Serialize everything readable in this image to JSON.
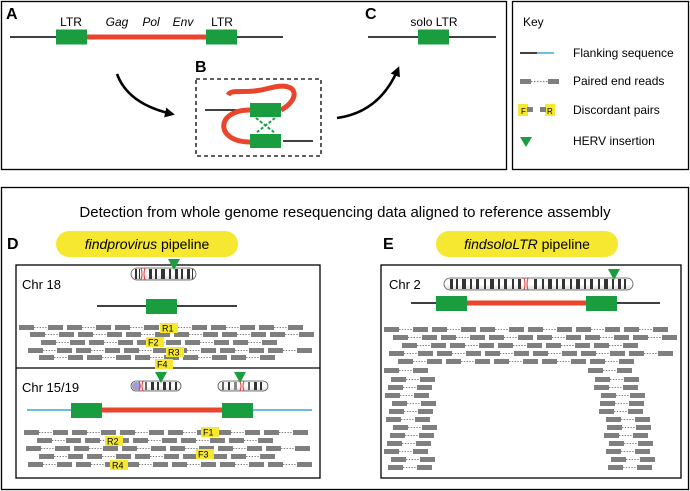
{
  "panels": {
    "A": {
      "letter": "A",
      "ltr_left": "LTR",
      "ltr_right": "LTR",
      "genes": [
        "Gag",
        "Pol",
        "Env"
      ]
    },
    "B": {
      "letter": "B"
    },
    "C": {
      "letter": "C",
      "label": "solo LTR"
    },
    "D": {
      "letter": "D",
      "pipeline_name": "findprovirus",
      "pipeline_suffix": " pipeline",
      "chr_top": "Chr 18",
      "chr_bottom": "Chr 15/19",
      "top_pair_labels": [
        "R1",
        "F2",
        "R3",
        "F4"
      ],
      "bottom_pair_labels": [
        "F1",
        "R2",
        "F3",
        "R4"
      ]
    },
    "E": {
      "letter": "E",
      "pipeline_name": "findsoloLTR",
      "pipeline_suffix": " pipeline",
      "chr": "Chr 2"
    }
  },
  "key": {
    "title": "Key",
    "items": [
      {
        "icon": "flanking-line-icon",
        "label": "Flanking sequence"
      },
      {
        "icon": "paired-reads-icon",
        "label": "Paired end reads"
      },
      {
        "icon": "discordant-pair-icon",
        "label": "Discordant pairs",
        "glyphs": [
          "F",
          "R"
        ]
      },
      {
        "icon": "triangle-icon",
        "label": "HERV insertion"
      }
    ]
  },
  "bottom_title": "Detection from whole genome resequencing data aligned to reference assembly",
  "colors": {
    "ltr_green": "#1a9d3f",
    "provirus_red": "#e8452c",
    "flank_blue": "#3aa9d6",
    "read_gray": "#7f7f7f",
    "highlight_yellow": "#f6e731",
    "triangle_green": "#1a9d3f"
  }
}
